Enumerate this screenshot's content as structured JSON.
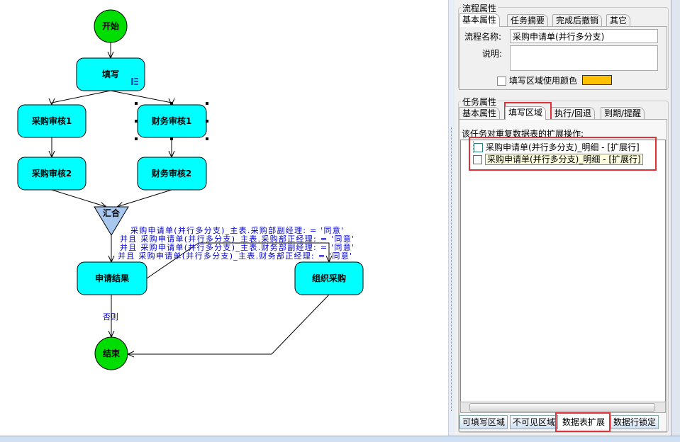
{
  "flow": {
    "nodes": {
      "start": "开始",
      "fill": "填写",
      "purchase_review1": "采购审核1",
      "finance_review1": "财务审核1",
      "purchase_review2": "采购审核2",
      "finance_review2": "财务审核2",
      "merge": "汇合",
      "result": "申请结果",
      "organize": "组织采购",
      "end": "结束"
    },
    "else_label": "否则",
    "condition": [
      "采购申请单(并行多分支)_主表.采购部副经理: = '同意'",
      "并且 采购申请单(并行多分支)_主表.采购部正经理: = '同意'",
      "并且 采购申请单(并行多分支)_主表.财务部副经理: = '同意'",
      "并且 采购申请单(并行多分支)_主表.财务部正经理: = '同意'"
    ],
    "colors": {
      "task": "#00ffff",
      "start_end": "#00dd00",
      "merge": "#a9c8ee",
      "condition_text": "#0000cc"
    }
  },
  "process_props": {
    "title": "流程属性",
    "tabs": [
      "基本属性",
      "任务摘要",
      "完成后撤销",
      "其它"
    ],
    "name_label": "流程名称:",
    "name_value": "采购申请单(并行多分支)",
    "desc_label": "说明:",
    "desc_value": "",
    "color_checkbox_label": "填写区域使用颜色",
    "color_checked": false,
    "fill_color": "#ffc000"
  },
  "task_props": {
    "title": "任务属性",
    "tabs": [
      "基本属性",
      "填写区域",
      "执行/回退",
      "到期/提醒"
    ],
    "active_tab": "填写区域",
    "list_heading": "该任务对重复数据表的扩展操作:",
    "items": [
      {
        "label": "采购申请单(并行多分支)_明细 - [扩展行]",
        "checked": false
      },
      {
        "label": "采购申请单(并行多分支)_明细 - [扩展行]",
        "checked": false
      }
    ],
    "bottom_tabs": [
      "可填写区域",
      "不可见区域",
      "数据表扩展",
      "数据行锁定"
    ],
    "active_bottom_tab": "数据表扩展"
  }
}
